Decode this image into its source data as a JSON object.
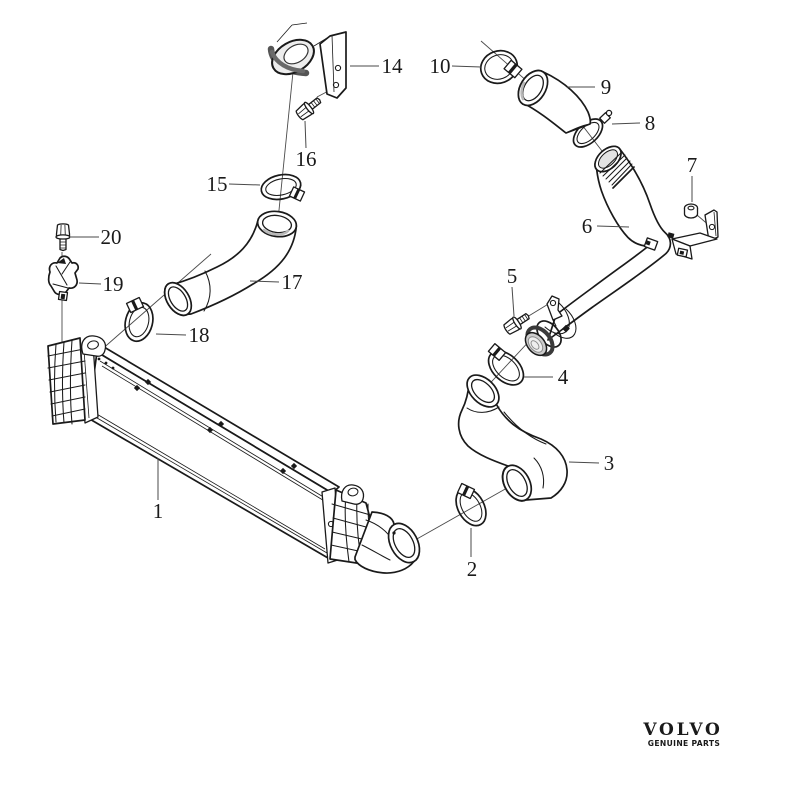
{
  "art": {
    "type": "exploded-parts-diagram",
    "callouts": [
      "1",
      "2",
      "3",
      "4",
      "5",
      "6",
      "7",
      "8",
      "9",
      "10",
      "14",
      "15",
      "16",
      "17",
      "18",
      "19",
      "20"
    ],
    "brand": {
      "logo_text": "VOLVO",
      "tagline": "GENUINE PARTS"
    },
    "colors": {
      "background": "#ffffff",
      "line": "#1a1a1a",
      "leader": "#4a4a4a",
      "shade": "#bbbbbb",
      "logo": "#1a1a1a"
    }
  }
}
